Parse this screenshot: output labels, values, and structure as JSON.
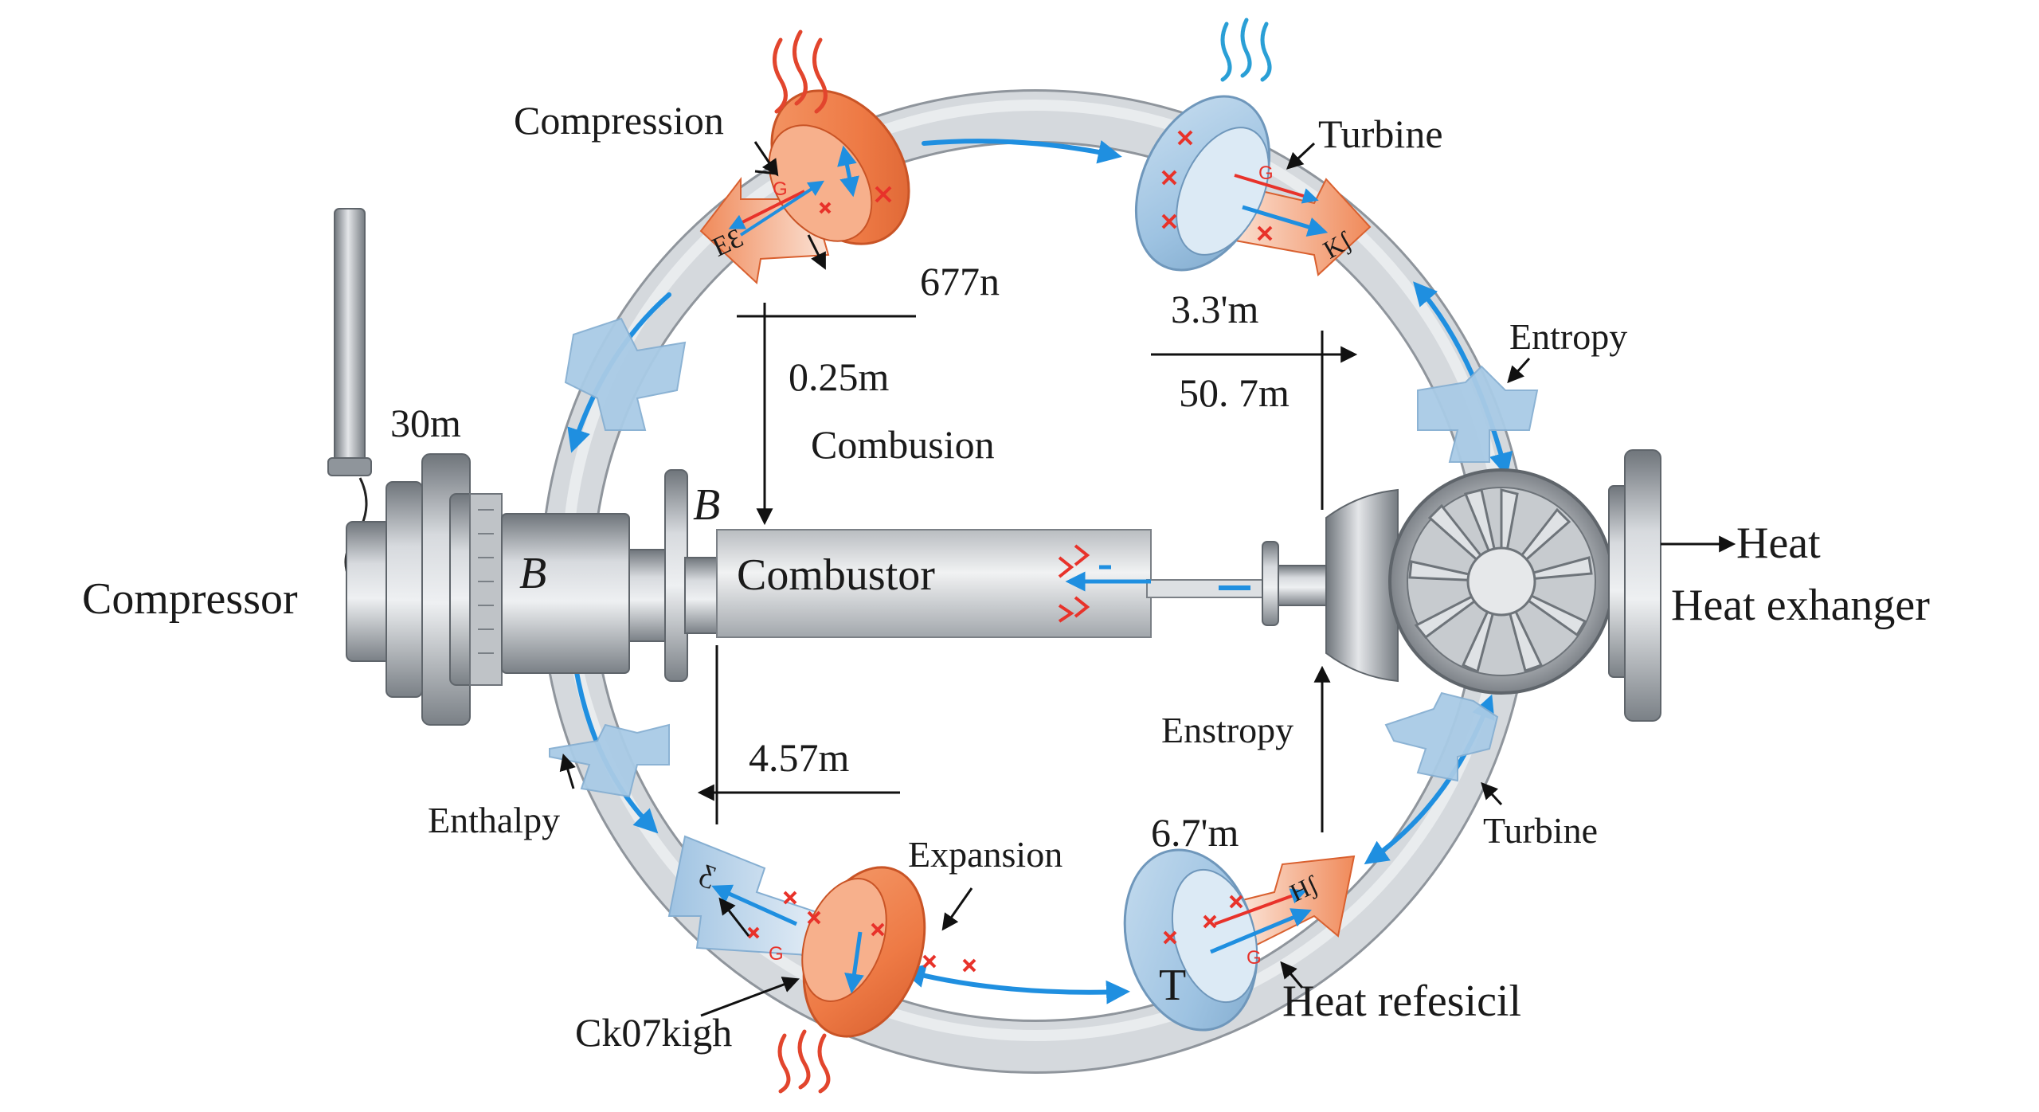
{
  "labels": {
    "compression": "Compression",
    "turbine_top": "Turbine",
    "entropy_right": "Entropy",
    "dim_677n": "677n",
    "dim_025m": "0.25m",
    "combustion": "Combusion",
    "dim_33m": "3.3'm",
    "dim_507m": "50. 7m",
    "dim_30m": "30m",
    "compressor": "Compressor",
    "b_upper": "B",
    "b_lower": "B",
    "combustor": "Combustor",
    "heat": "Heat",
    "heat_exchanger": "Heat exhanger",
    "enstropy": "Enstropy",
    "dim_457m": "4.57m",
    "enthalpy": "Enthalpy",
    "turbine_bottom": "Turbine",
    "expansion": "Expansion",
    "dim_67m": "6.7'm",
    "heat_refesicil": "Heat refesicil",
    "ck07kigh": "Ck07kigh",
    "t_letter": "T",
    "marker_top_left": "EƐ",
    "marker_top_right": "Kʃ",
    "marker_bottom_left": "Ƹ",
    "marker_bottom_right": "Hʃ",
    "marker_g_top_left": "G",
    "marker_g_top_right": "G",
    "marker_g_bottom_left": "G",
    "marker_g_bottom_right": "G"
  },
  "colors": {
    "pipe": "#cfd3d8",
    "pipe_edge": "#8f959c",
    "flow_arrow": "#1f8fe0",
    "hot_component": "#ee7a45",
    "cold_component": "#9ec3e2",
    "valve": "#a9cbe6",
    "marker_red": "#e8322a",
    "metal": "#9ea3a8"
  },
  "icons": {
    "heat_wave": "wavy-lines-icon",
    "cold_wave": "wavy-lines-icon",
    "cross_marker": "x-icon",
    "fan": "turbine-fan-icon"
  }
}
